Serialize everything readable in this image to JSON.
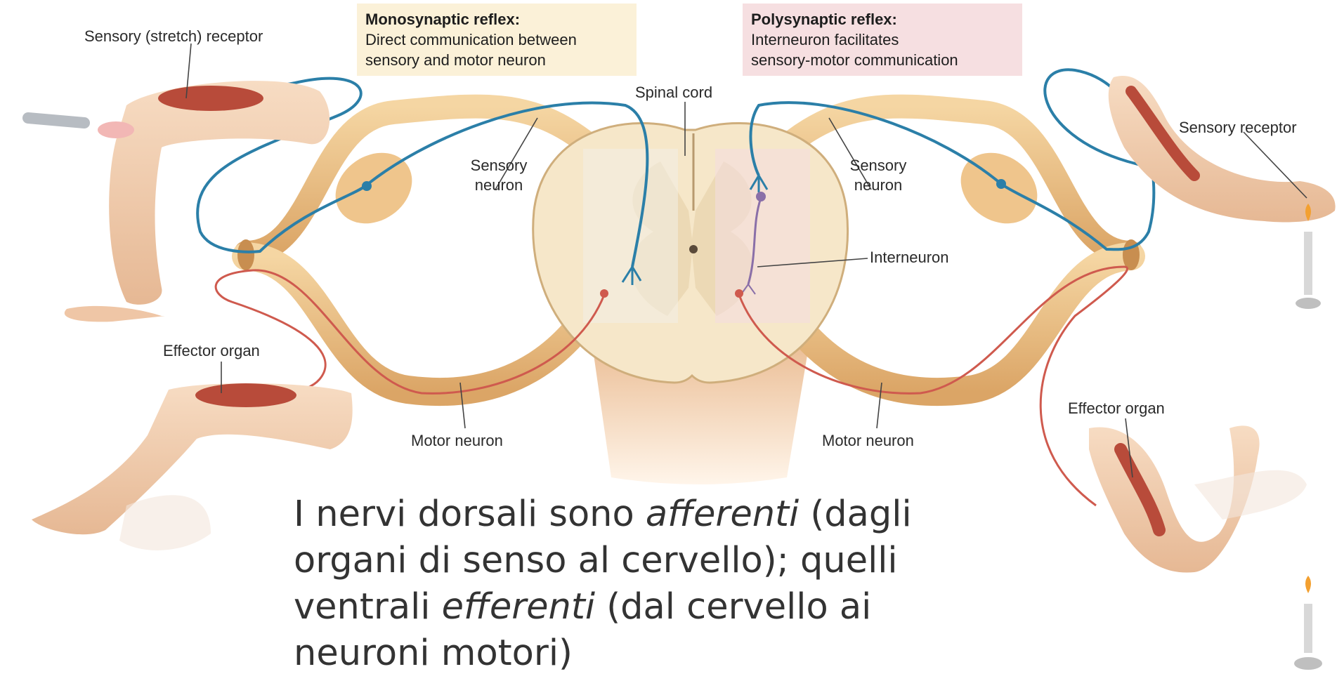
{
  "boxes": {
    "mono": {
      "title": "Monosynaptic reflex:",
      "line1": "Direct communication between",
      "line2": "sensory and motor neuron"
    },
    "poly": {
      "title": "Polysynaptic reflex:",
      "line1": "Interneuron facilitates",
      "line2": "sensory-motor communication"
    }
  },
  "labels": {
    "spinal_cord": "Spinal cord",
    "sensory_stretch_receptor": "Sensory (stretch) receptor",
    "sensory_receptor": "Sensory receptor",
    "sensory_neuron_left_1": "Sensory",
    "sensory_neuron_left_2": "neuron",
    "sensory_neuron_right_1": "Sensory",
    "sensory_neuron_right_2": "neuron",
    "interneuron": "Interneuron",
    "effector_left": "Effector organ",
    "effector_right": "Effector organ",
    "motor_left": "Motor neuron",
    "motor_right": "Motor neuron"
  },
  "caption": {
    "p1": "I nervi dorsali sono ",
    "afferent": "afferenti",
    "p2": " (dagli organi di senso al cervello); quelli ventrali ",
    "efferent": "efferenti",
    "p3": " (dal cervello ai neuroni motori)"
  },
  "colors": {
    "sensory_neuron": "#2b7fa8",
    "motor_neuron": "#cf5a4e",
    "interneuron": "#8a6fa8",
    "nerve": "#e8b676",
    "mono_box": "#fbf1d8",
    "poly_box": "#f6dfe1"
  }
}
